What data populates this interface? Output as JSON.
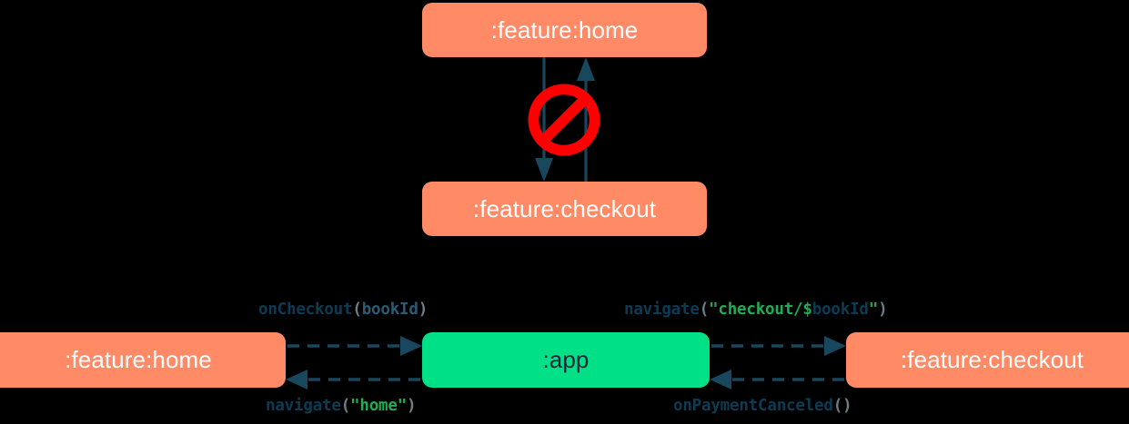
{
  "diagram": {
    "background_color": "#000000",
    "module_color": "#FF8A65",
    "app_color": "#00E187",
    "arrow_color": "#18475E",
    "forbidden_color": "#FF0000",
    "top_section": {
      "nodes": [
        {
          "id": "home-top",
          "label": ":feature:home"
        },
        {
          "id": "checkout-top",
          "label": ":feature:checkout"
        }
      ],
      "edges": [
        {
          "from": "home-top",
          "to": "checkout-top",
          "direction": "down",
          "style": "solid"
        },
        {
          "from": "checkout-top",
          "to": "home-top",
          "direction": "up",
          "style": "solid"
        }
      ],
      "annotation": {
        "icon": "prohibition-sign-icon",
        "meaning": "forbidden"
      }
    },
    "bottom_section": {
      "nodes": [
        {
          "id": "home-bottom",
          "label": ":feature:home"
        },
        {
          "id": "app",
          "label": ":app"
        },
        {
          "id": "checkout-bottom",
          "label": ":feature:checkout"
        }
      ],
      "edges": [
        {
          "id": "home-to-app",
          "from": "home-bottom",
          "to": "app",
          "direction": "right",
          "style": "dashed",
          "label_text": "onCheckout(bookId)",
          "label_tokens": [
            {
              "text": "onCheckout",
              "type": "fn"
            },
            {
              "text": "(",
              "type": "punct"
            },
            {
              "text": "bookId",
              "type": "param"
            },
            {
              "text": ")",
              "type": "punct"
            }
          ]
        },
        {
          "id": "app-to-checkout",
          "from": "app",
          "to": "checkout-bottom",
          "direction": "right",
          "style": "dashed",
          "label_text": "navigate(\"checkout/$bookId\")",
          "label_tokens": [
            {
              "text": "navigate",
              "type": "fn"
            },
            {
              "text": "(",
              "type": "punct"
            },
            {
              "text": "\"checkout/",
              "type": "string"
            },
            {
              "text": "$",
              "type": "string"
            },
            {
              "text": "bookId",
              "type": "var"
            },
            {
              "text": "\"",
              "type": "string"
            },
            {
              "text": ")",
              "type": "punct"
            }
          ]
        },
        {
          "id": "app-to-home",
          "from": "app",
          "to": "home-bottom",
          "direction": "left",
          "style": "dashed",
          "label_text": "navigate(\"home\")",
          "label_tokens": [
            {
              "text": "navigate",
              "type": "fn"
            },
            {
              "text": "(",
              "type": "punct"
            },
            {
              "text": "\"home\"",
              "type": "string"
            },
            {
              "text": ")",
              "type": "punct"
            }
          ]
        },
        {
          "id": "checkout-to-app",
          "from": "checkout-bottom",
          "to": "app",
          "direction": "left",
          "style": "dashed",
          "label_text": "onPaymentCanceled()",
          "label_tokens": [
            {
              "text": "onPaymentCanceled",
              "type": "fn"
            },
            {
              "text": "()",
              "type": "punct"
            }
          ]
        }
      ]
    }
  }
}
